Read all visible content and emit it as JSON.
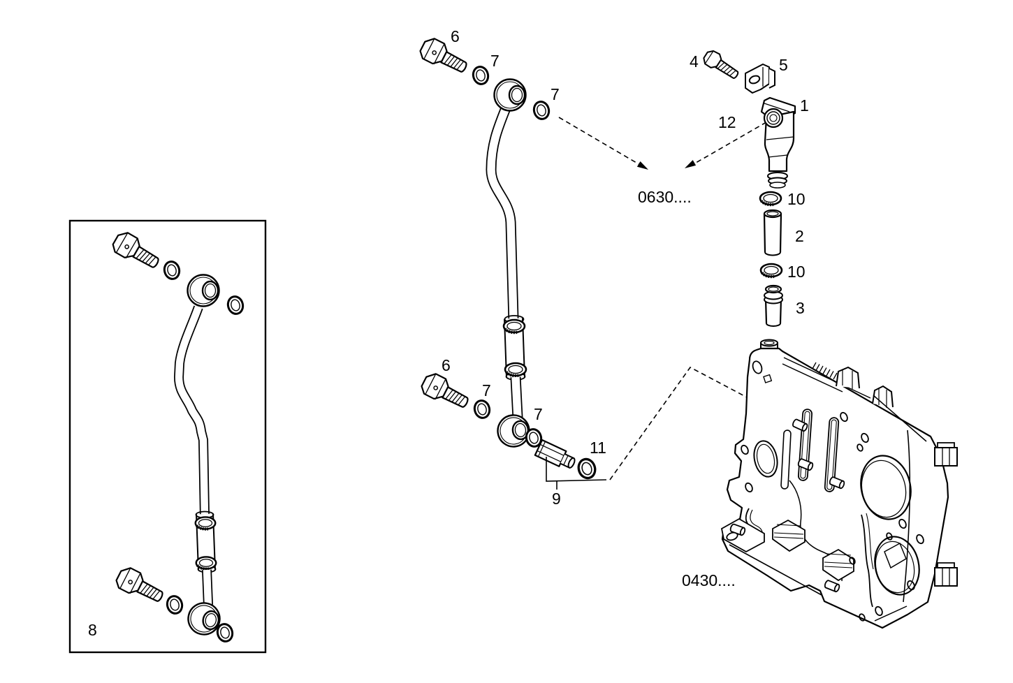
{
  "diagram": {
    "colors": {
      "line": "#000000",
      "background": "#ffffff"
    },
    "callouts": {
      "c1": "1",
      "c2": "2",
      "c3": "3",
      "c4": "4",
      "c5": "5",
      "c6_top": "6",
      "c6_bottom": "6",
      "c7_top_left": "7",
      "c7_top_right": "7",
      "c7_bottom_left": "7",
      "c7_bottom_right": "7",
      "c8": "8",
      "c9": "9",
      "c10_upper": "10",
      "c10_lower": "10",
      "c11": "11",
      "c12": "12"
    },
    "ref_codes": {
      "assembly_0630": "0630....",
      "assembly_0430": "0430...."
    }
  }
}
